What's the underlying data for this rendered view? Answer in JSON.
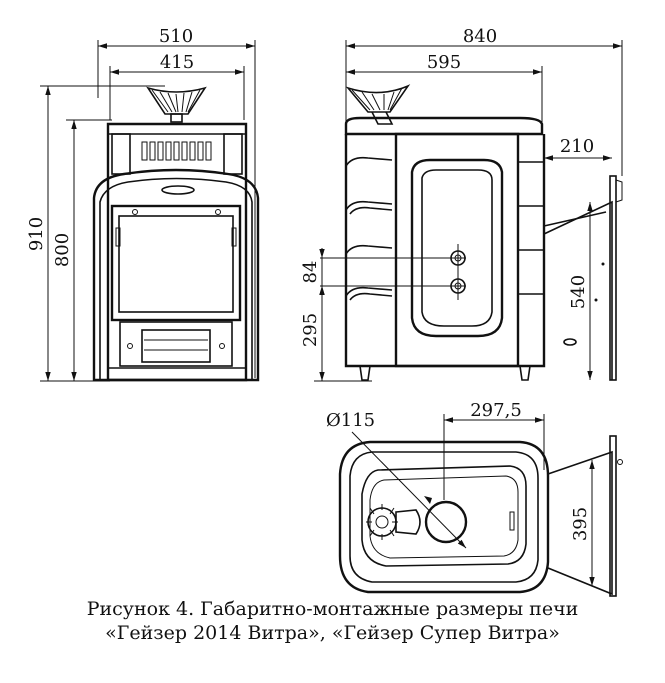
{
  "dimensions": {
    "front_width_overall": "510",
    "front_width_top": "415",
    "front_height_overall": "910",
    "front_height_body": "800",
    "side_depth_overall": "840",
    "side_depth_top": "595",
    "side_wall_offset": "210",
    "pipe_spacing": "84",
    "lower_pipe_height": "295",
    "side_height": "540",
    "hole_diameter": "Ø115",
    "hole_offset": "297,5",
    "top_depth": "395"
  },
  "caption": {
    "line1": "Рисунок 4. Габаритно-монтажные размеры печи",
    "line2": "«Гейзер 2014 Витра», «Гейзер Супер Витра»"
  }
}
